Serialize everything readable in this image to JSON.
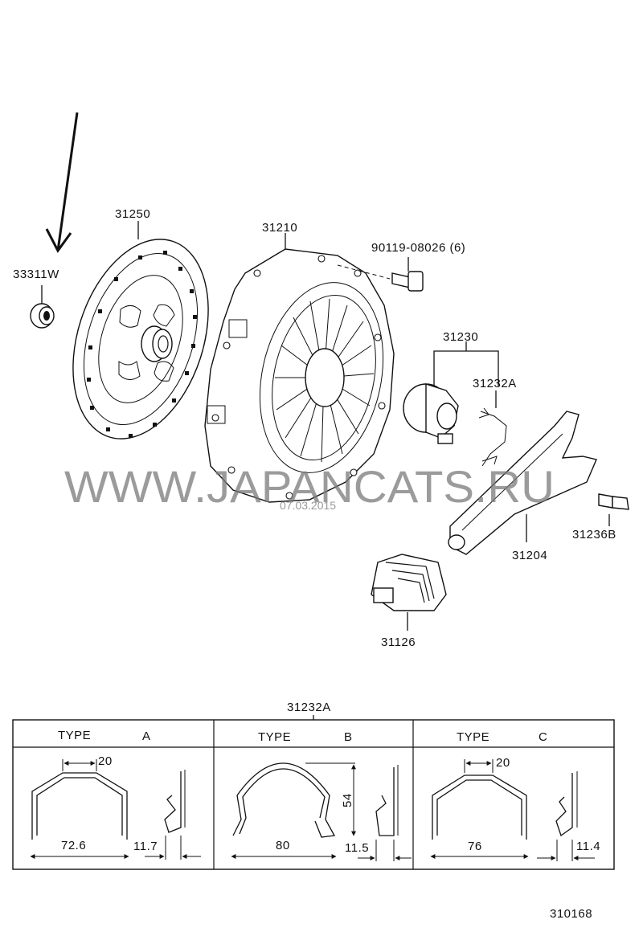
{
  "watermark": {
    "text": "WWW.JAPANCATS.RU",
    "date": "07.03.2015"
  },
  "parts": {
    "p33311": "33311W",
    "p31250": "31250",
    "p31210": "31210",
    "p90119": "90119-08026 (6)",
    "p31230": "31230",
    "p31232a": "31232A",
    "p31236": "31236B",
    "p31204": "31204",
    "p31126": "31126"
  },
  "table": {
    "title": "31232A",
    "types": [
      {
        "label": "TYPE",
        "letter": "A",
        "top": "20",
        "width": "72.6",
        "side": "11.7"
      },
      {
        "label": "TYPE",
        "letter": "B",
        "height": "54",
        "width": "80",
        "side": "11.5"
      },
      {
        "label": "TYPE",
        "letter": "C",
        "top": "20",
        "width": "76",
        "side": "11.4"
      }
    ]
  },
  "diagram_id": "310168"
}
